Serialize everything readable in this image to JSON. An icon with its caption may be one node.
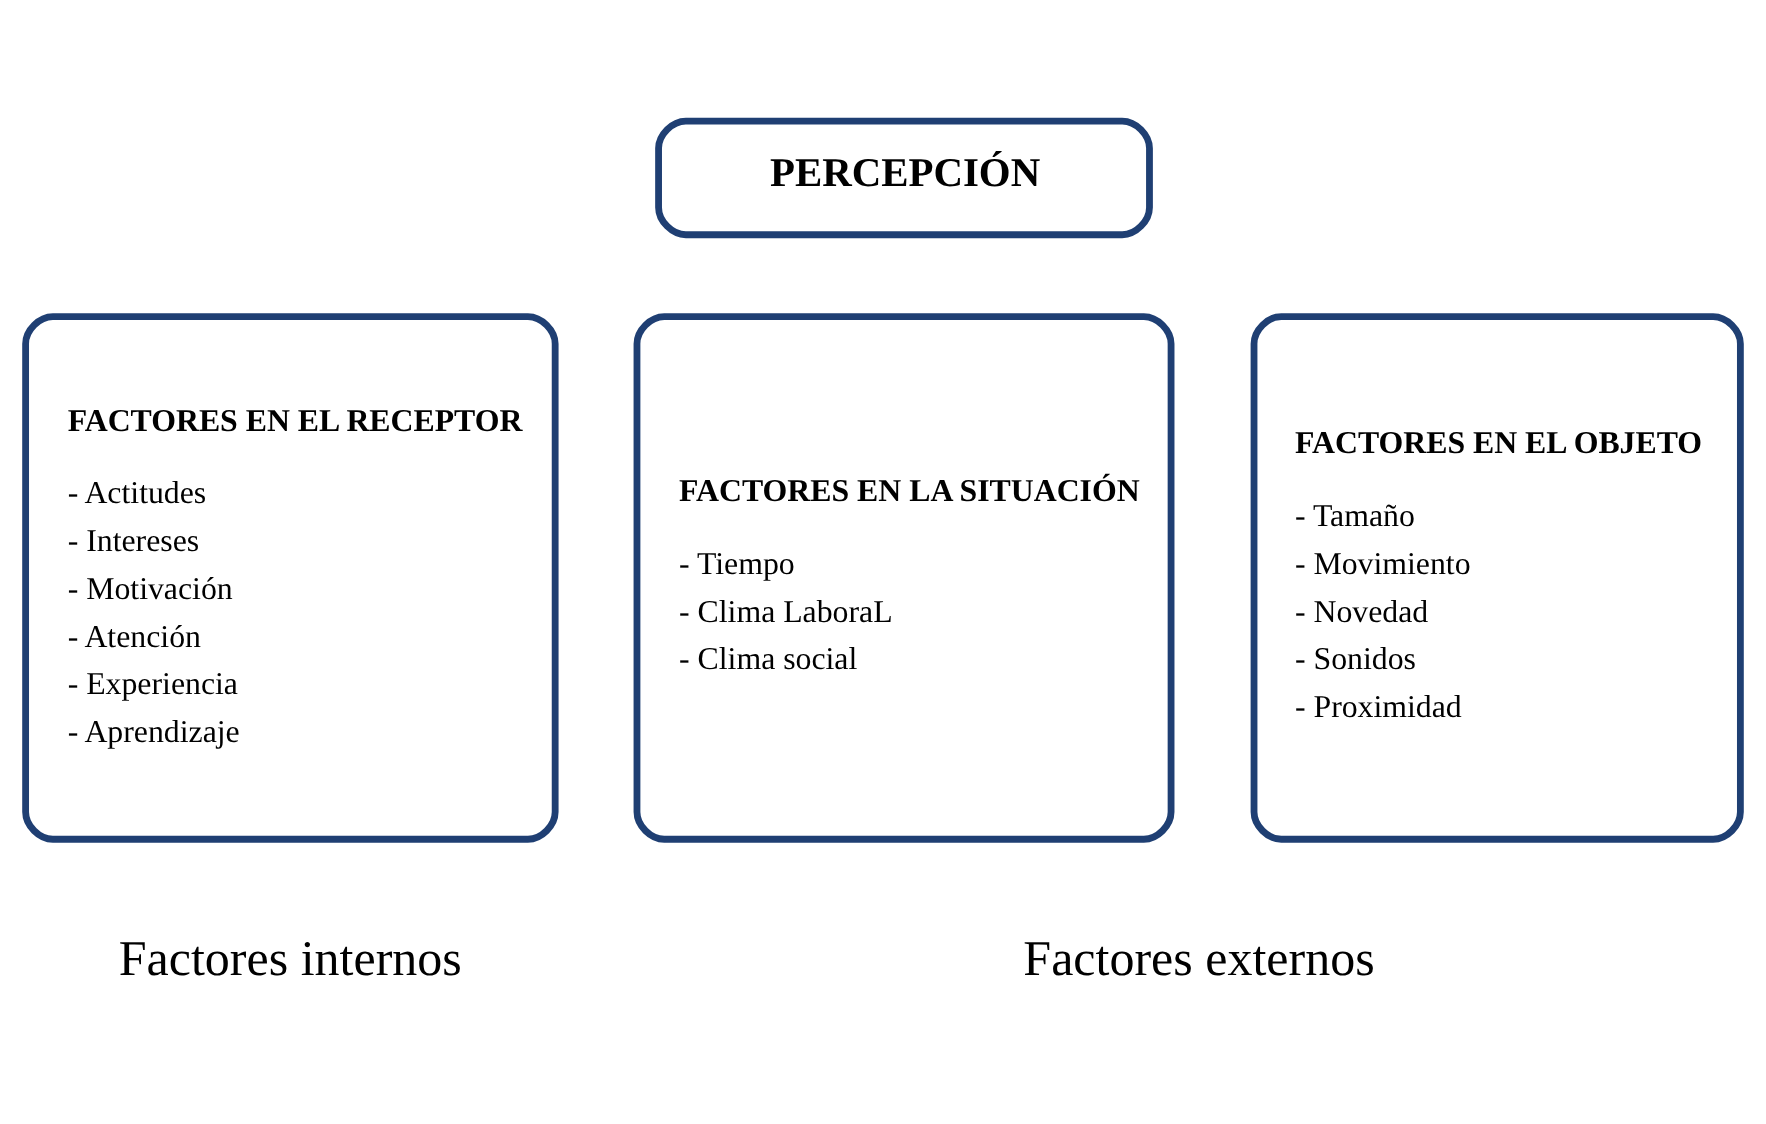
{
  "diagram": {
    "nodes": [
      {
        "text": [
          "PERCEPCIÓN"
        ]
      },
      {
        "text": [
          "FACTORES EN EL RECEPTOR",
          "- Actitudes",
          "- Intereses",
          "- Motivación",
          "- Atención",
          "- Experiencia",
          "- Aprendizaje"
        ]
      },
      {
        "text": [
          "FACTORES EN LA SITUACIÓN",
          "- Tiempo",
          "- Clima LaboraL",
          "- Clima social"
        ]
      },
      {
        "text": [
          "FACTORES EN EL OBJETO",
          "- Tamaño",
          "- Movimiento",
          "- Novedad",
          "- Sonidos",
          "- Proximidad"
        ]
      }
    ],
    "edges": [],
    "labels": [
      "Factores internos",
      "Factores externos"
    ]
  }
}
